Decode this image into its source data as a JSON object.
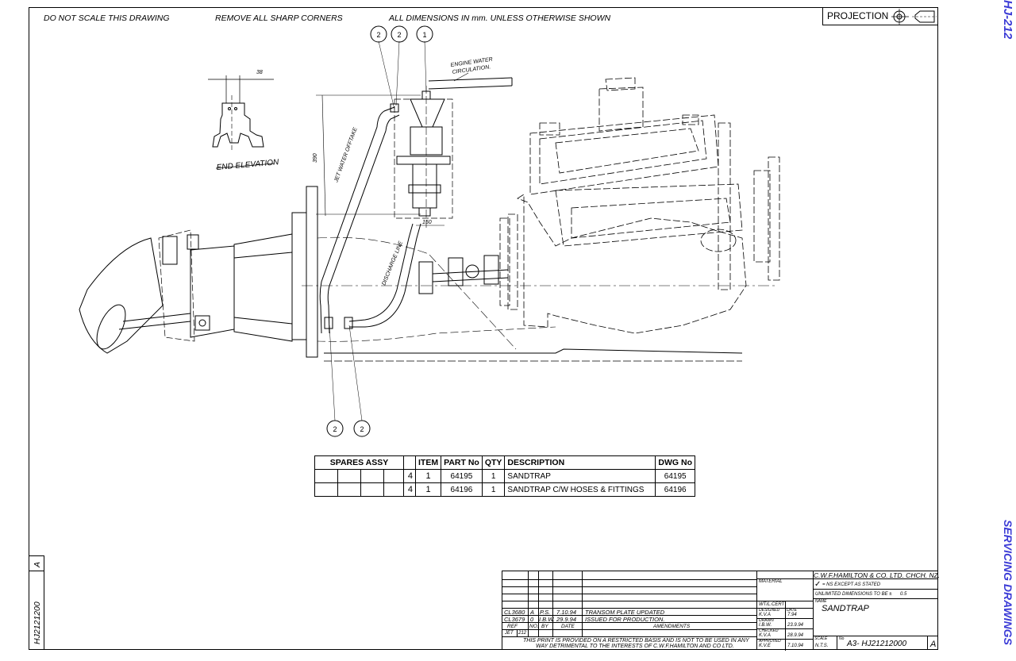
{
  "notes": {
    "do_not_scale": "DO NOT SCALE THIS DRAWING",
    "sharp_corners": "REMOVE ALL SHARP CORNERS",
    "dimensions": "ALL DIMENSIONS IN mm. UNLESS OTHERWISE SHOWN"
  },
  "projection": {
    "label": "PROJECTION"
  },
  "side_labels": {
    "top_right": "HJ-212",
    "bottom_right": "SERVICING DRAWINGS",
    "left_number": "HJ2121200",
    "left_rev": "A"
  },
  "drawing": {
    "end_elevation": "END ELEVATION",
    "dim_38": "38",
    "dim_390": "390",
    "dim_150": "150",
    "engine_water": "ENGINE WATER",
    "circulation": "CIRCULATION.",
    "jet_water_offtake": "JET WATER OFFTAKE",
    "discharge_line": "DISCHARGE LINE",
    "balloons_top": [
      "2",
      "2",
      "1"
    ],
    "balloons_bottom": [
      "2",
      "2"
    ]
  },
  "parts_table": {
    "headers": {
      "spares": "SPARES ASSY",
      "item": "ITEM",
      "part": "PART No",
      "qty": "QTY",
      "desc": "DESCRIPTION",
      "dwg": "DWG No"
    },
    "rows": [
      {
        "assy": "4",
        "item": "1",
        "part": "64195",
        "qty": "1",
        "desc": "SANDTRAP",
        "dwg": "64195"
      },
      {
        "assy": "4",
        "item": "1",
        "part": "64196",
        "qty": "1",
        "desc": "SANDTRAP C/W HOSES & FITTINGS",
        "dwg": "64196"
      }
    ]
  },
  "title_block": {
    "company": "C.W.F.HAMILTON & CO. LTD. CHCH. NZ.",
    "material": "MATERIAL",
    "ns_except": "= NS EXCEPT AS STATED",
    "unlimited": "UNLIMITED DIMENSIONS TO BE ±",
    "tolerance": "0.5",
    "name_label": "NAME",
    "name": "SANDTRAP",
    "scale_label": "SCALE",
    "scale": "N.T.S.",
    "no_label": "No",
    "sheet": "A3-",
    "number": "HJ21212000",
    "rev": "A",
    "wt": "WT/L.CERT",
    "designed": "DESIGNED",
    "designed_by": "K.V.A",
    "designed_date": "7.94",
    "drawn": "DRAWN",
    "drawn_by": "I.B.W.",
    "drawn_date": "23.9.94",
    "checked": "CHECKED",
    "checked_by": "K.V.A",
    "checked_date": "28.9.94",
    "approved": "APPROVED",
    "approved_by": "K.V.E",
    "approved_date": "7.10.94",
    "date_label": "DATE",
    "amendments": [
      {
        "ref": "CL3680",
        "no": "A",
        "by": "P.S.",
        "date": "7.10.94",
        "text": "TRANSOM PLATE UPDATED"
      },
      {
        "ref": "CL3679",
        "no": "0",
        "by": "I.B.W.",
        "date": "29.9.94",
        "text": "ISSUED FOR PRODUCTION."
      }
    ],
    "amend_headers": {
      "ref": "REF",
      "no": "NO.",
      "by": "BY",
      "date": "DATE",
      "amend": "AMENDMENTS"
    },
    "jet": "JET",
    "jet_no": "212",
    "restricted_1": "THIS PRINT IS PROVIDED ON A RESTRICTED BASIS AND IS NOT TO BE USED IN ANY",
    "restricted_2": "WAY DETRIMENTAL TO THE INTERESTS OF C.W.F.HAMILTON AND CO LTD."
  }
}
